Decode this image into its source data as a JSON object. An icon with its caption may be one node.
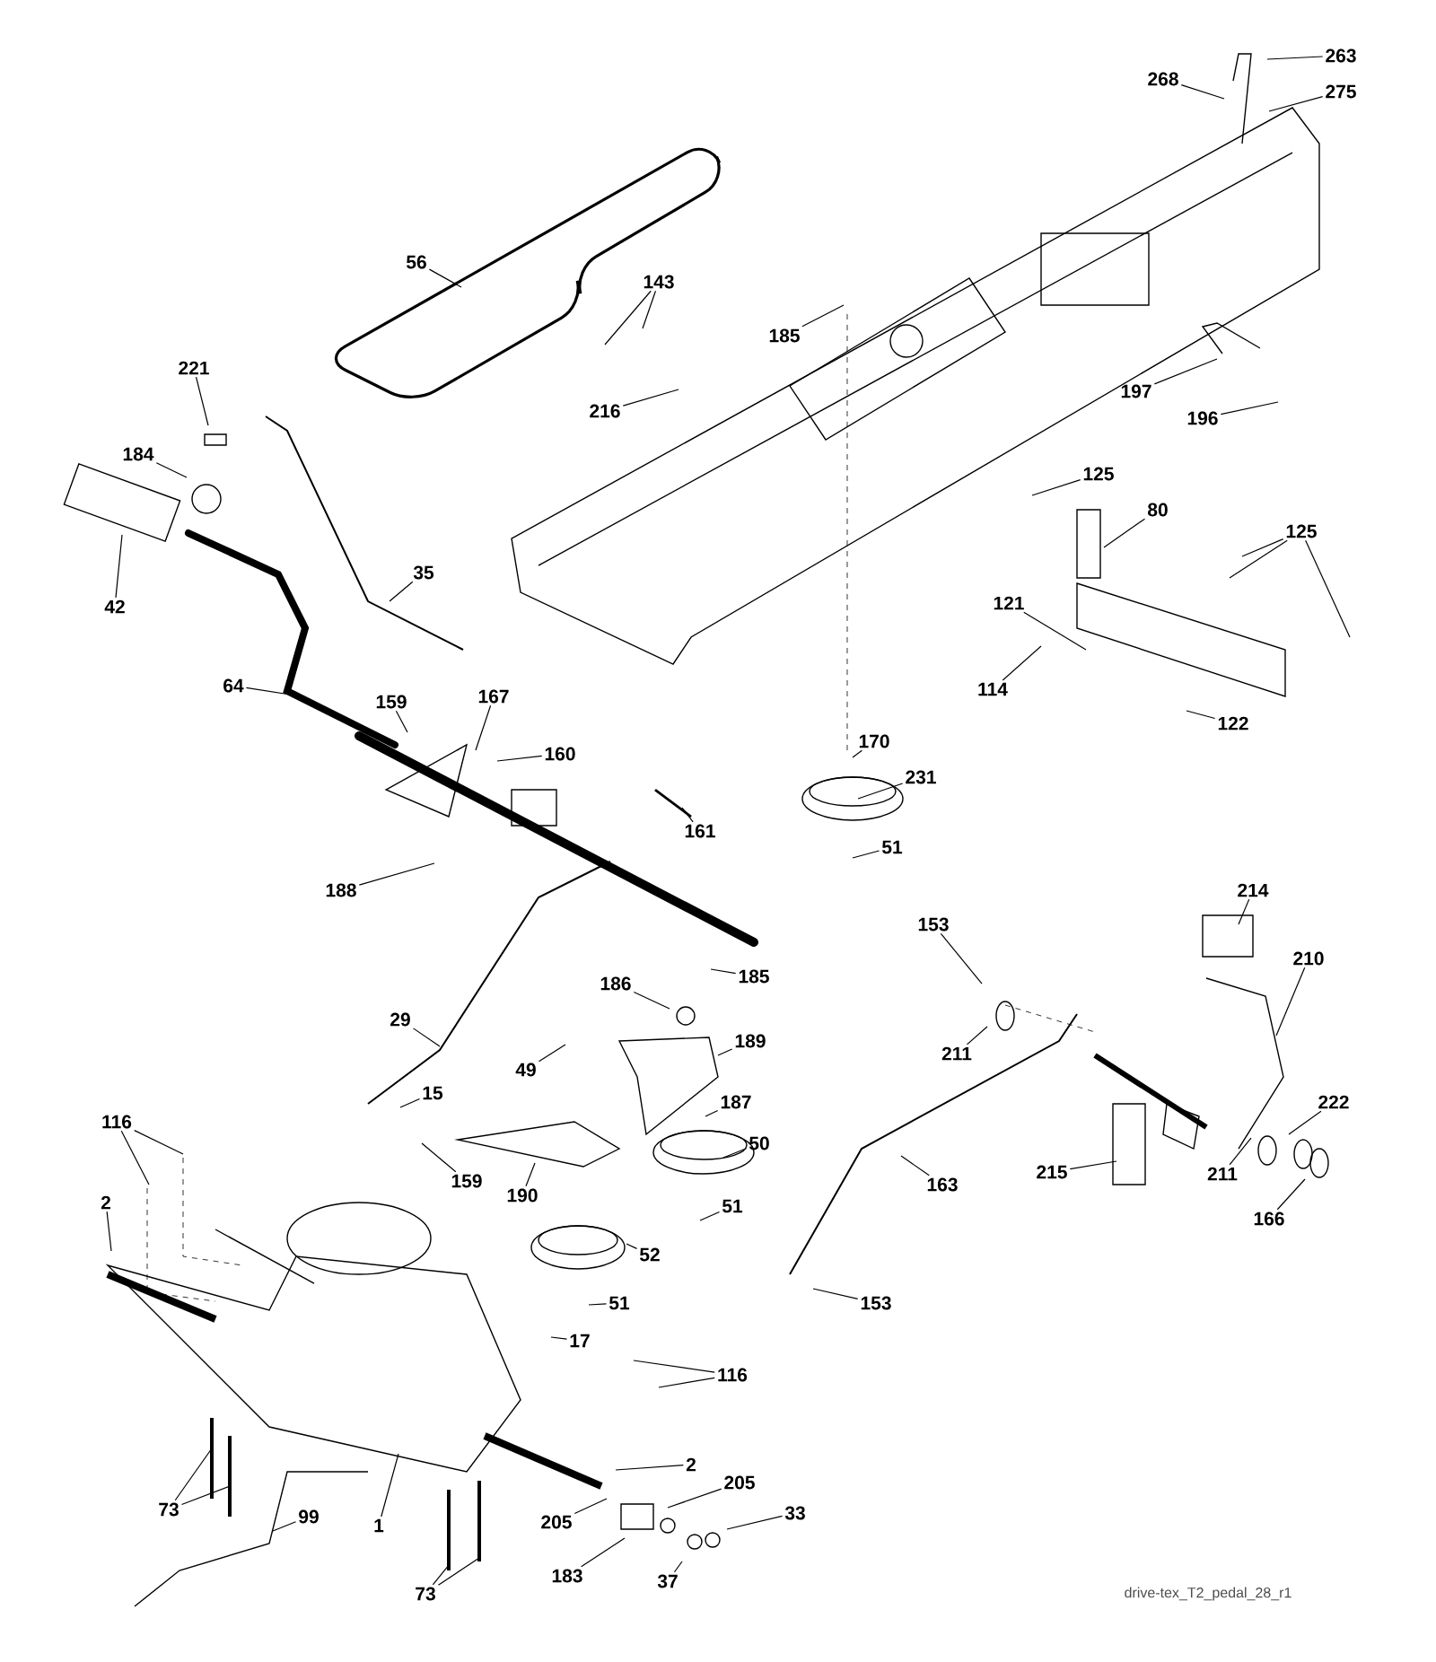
{
  "diagram": {
    "nodes": [
      {
        "text": [
          "263"
        ]
      },
      {
        "text": [
          "268"
        ]
      },
      {
        "text": [
          "275"
        ]
      },
      {
        "text": [
          "56"
        ]
      },
      {
        "text": [
          "143"
        ]
      },
      {
        "text": [
          "185"
        ]
      },
      {
        "text": [
          "221"
        ]
      },
      {
        "text": [
          "197"
        ]
      },
      {
        "text": [
          "216"
        ]
      },
      {
        "text": [
          "196"
        ]
      },
      {
        "text": [
          "184"
        ]
      },
      {
        "text": [
          "125"
        ]
      },
      {
        "text": [
          "80"
        ]
      },
      {
        "text": [
          "125"
        ]
      },
      {
        "text": [
          "35"
        ]
      },
      {
        "text": [
          "121"
        ]
      },
      {
        "text": [
          "42"
        ]
      },
      {
        "text": [
          "64"
        ]
      },
      {
        "text": [
          "159"
        ]
      },
      {
        "text": [
          "167"
        ]
      },
      {
        "text": [
          "114"
        ]
      },
      {
        "text": [
          "122"
        ]
      },
      {
        "text": [
          "170"
        ]
      },
      {
        "text": [
          "160"
        ]
      },
      {
        "text": [
          "231"
        ]
      },
      {
        "text": [
          "161"
        ]
      },
      {
        "text": [
          "51"
        ]
      },
      {
        "text": [
          "188"
        ]
      },
      {
        "text": [
          "214"
        ]
      },
      {
        "text": [
          "153"
        ]
      },
      {
        "text": [
          "210"
        ]
      },
      {
        "text": [
          "185"
        ]
      },
      {
        "text": [
          "186"
        ]
      },
      {
        "text": [
          "29"
        ]
      },
      {
        "text": [
          "189"
        ]
      },
      {
        "text": [
          "211"
        ]
      },
      {
        "text": [
          "49"
        ]
      },
      {
        "text": [
          "15"
        ]
      },
      {
        "text": [
          "187"
        ]
      },
      {
        "text": [
          "222"
        ]
      },
      {
        "text": [
          "116"
        ]
      },
      {
        "text": [
          "50"
        ]
      },
      {
        "text": [
          "215"
        ]
      },
      {
        "text": [
          "211"
        ]
      },
      {
        "text": [
          "159"
        ]
      },
      {
        "text": [
          "163"
        ]
      },
      {
        "text": [
          "190"
        ]
      },
      {
        "text": [
          "2"
        ]
      },
      {
        "text": [
          "51"
        ]
      },
      {
        "text": [
          "166"
        ]
      },
      {
        "text": [
          "52"
        ]
      },
      {
        "text": [
          "51"
        ]
      },
      {
        "text": [
          "153"
        ]
      },
      {
        "text": [
          "17"
        ]
      },
      {
        "text": [
          "116"
        ]
      },
      {
        "text": [
          "2"
        ]
      },
      {
        "text": [
          "205"
        ]
      },
      {
        "text": [
          "73"
        ]
      },
      {
        "text": [
          "33"
        ]
      },
      {
        "text": [
          "99"
        ]
      },
      {
        "text": [
          "205"
        ]
      },
      {
        "text": [
          "1"
        ]
      },
      {
        "text": [
          "37"
        ]
      },
      {
        "text": [
          "183"
        ]
      },
      {
        "text": [
          "73"
        ]
      }
    ],
    "edges": [
      {
        "from": 0,
        "to": null,
        "arrow": "none"
      },
      {
        "from": 1,
        "to": null,
        "arrow": "none"
      },
      {
        "from": 2,
        "to": null,
        "arrow": "none"
      },
      {
        "from": 3,
        "to": null,
        "arrow": "none"
      },
      {
        "from": 4,
        "to": null,
        "arrow": "none"
      },
      {
        "from": 4,
        "to": null,
        "arrow": "none"
      },
      {
        "from": 5,
        "to": null,
        "arrow": "none"
      },
      {
        "from": 6,
        "to": null,
        "arrow": "none"
      },
      {
        "from": 7,
        "to": null,
        "arrow": "none"
      },
      {
        "from": 8,
        "to": null,
        "arrow": "none"
      },
      {
        "from": 9,
        "to": null,
        "arrow": "none"
      },
      {
        "from": 10,
        "to": null,
        "arrow": "none"
      },
      {
        "from": 11,
        "to": null,
        "arrow": "none"
      },
      {
        "from": 12,
        "to": null,
        "arrow": "none"
      },
      {
        "from": 13,
        "to": null,
        "arrow": "none"
      },
      {
        "from": 13,
        "to": null,
        "arrow": "none"
      },
      {
        "from": 13,
        "to": null,
        "arrow": "none"
      },
      {
        "from": 14,
        "to": null,
        "arrow": "none"
      },
      {
        "from": 15,
        "to": null,
        "arrow": "none"
      },
      {
        "from": 16,
        "to": null,
        "arrow": "none"
      },
      {
        "from": 17,
        "to": null,
        "arrow": "none"
      },
      {
        "from": 18,
        "to": null,
        "arrow": "none"
      },
      {
        "from": 19,
        "to": null,
        "arrow": "none"
      },
      {
        "from": 20,
        "to": null,
        "arrow": "none"
      },
      {
        "from": 21,
        "to": null,
        "arrow": "none"
      },
      {
        "from": 22,
        "to": null,
        "arrow": "none"
      },
      {
        "from": 23,
        "to": null,
        "arrow": "none"
      },
      {
        "from": 24,
        "to": null,
        "arrow": "none"
      },
      {
        "from": 25,
        "to": null,
        "arrow": "none"
      },
      {
        "from": 26,
        "to": null,
        "arrow": "none"
      },
      {
        "from": 27,
        "to": null,
        "arrow": "none"
      },
      {
        "from": 28,
        "to": null,
        "arrow": "none"
      },
      {
        "from": 29,
        "to": null,
        "arrow": "none"
      },
      {
        "from": 30,
        "to": null,
        "arrow": "none"
      },
      {
        "from": 31,
        "to": null,
        "arrow": "none"
      },
      {
        "from": 32,
        "to": null,
        "arrow": "none"
      },
      {
        "from": 33,
        "to": null,
        "arrow": "none"
      },
      {
        "from": 34,
        "to": null,
        "arrow": "none"
      },
      {
        "from": 35,
        "to": null,
        "arrow": "none"
      },
      {
        "from": 36,
        "to": null,
        "arrow": "none"
      },
      {
        "from": 37,
        "to": null,
        "arrow": "none"
      },
      {
        "from": 38,
        "to": null,
        "arrow": "none"
      },
      {
        "from": 39,
        "to": null,
        "arrow": "none"
      },
      {
        "from": 40,
        "to": null,
        "arrow": "none"
      },
      {
        "from": 40,
        "to": null,
        "arrow": "none"
      },
      {
        "from": 41,
        "to": null,
        "arrow": "none"
      },
      {
        "from": 42,
        "to": null,
        "arrow": "none"
      },
      {
        "from": 43,
        "to": null,
        "arrow": "none"
      },
      {
        "from": 44,
        "to": null,
        "arrow": "none"
      },
      {
        "from": 45,
        "to": null,
        "arrow": "none"
      },
      {
        "from": 46,
        "to": null,
        "arrow": "none"
      },
      {
        "from": 47,
        "to": null,
        "arrow": "none"
      },
      {
        "from": 48,
        "to": null,
        "arrow": "none"
      },
      {
        "from": 49,
        "to": null,
        "arrow": "none"
      },
      {
        "from": 50,
        "to": null,
        "arrow": "none"
      },
      {
        "from": 51,
        "to": null,
        "arrow": "none"
      },
      {
        "from": 52,
        "to": null,
        "arrow": "none"
      },
      {
        "from": 53,
        "to": null,
        "arrow": "none"
      },
      {
        "from": 54,
        "to": null,
        "arrow": "none"
      },
      {
        "from": 54,
        "to": null,
        "arrow": "none"
      },
      {
        "from": 55,
        "to": null,
        "arrow": "none"
      },
      {
        "from": 56,
        "to": null,
        "arrow": "none"
      },
      {
        "from": 57,
        "to": null,
        "arrow": "none"
      },
      {
        "from": 57,
        "to": null,
        "arrow": "none"
      },
      {
        "from": 58,
        "to": null,
        "arrow": "none"
      },
      {
        "from": 59,
        "to": null,
        "arrow": "none"
      },
      {
        "from": 60,
        "to": null,
        "arrow": "none"
      },
      {
        "from": 61,
        "to": null,
        "arrow": "none"
      },
      {
        "from": 62,
        "to": null,
        "arrow": "none"
      },
      {
        "from": 63,
        "to": null,
        "arrow": "none"
      },
      {
        "from": 64,
        "to": null,
        "arrow": "none"
      },
      {
        "from": 64,
        "to": null,
        "arrow": "none"
      }
    ],
    "labels": [
      "drive-tex_T2_pedal_28_r1"
    ]
  }
}
